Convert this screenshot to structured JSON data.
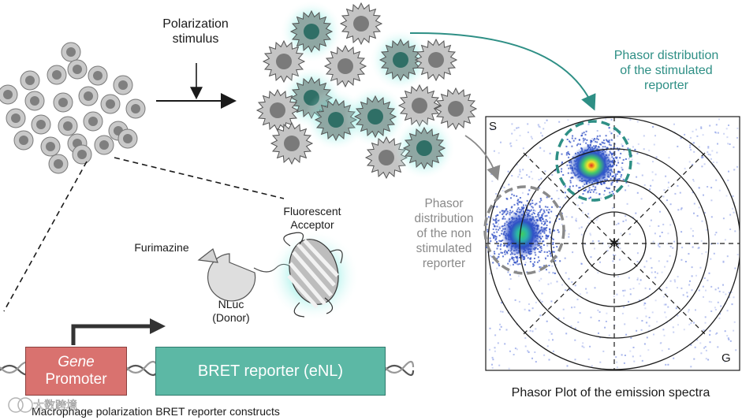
{
  "labels": {
    "polarization_stimulus": "Polarization\nstimulus",
    "stimulated_reporter": "Phasor distribution\nof the stimulated\nreporter",
    "non_stimulated_reporter": "Phasor\ndistribution\nof the non\nstimulated\nreporter",
    "fluorescent_acceptor": "Fluorescent\nAcceptor",
    "furimazine": "Furimazine",
    "nluc_donor": "NLuc\n(Donor)",
    "axis_s": "S",
    "axis_g": "G",
    "phasor_plot_caption": "Phasor Plot of the emission spectra",
    "construct_caption": "Macrophage polarization BRET reporter constructs",
    "watermark": "大数跨境"
  },
  "construct": {
    "gene_word": "Gene",
    "promoter_word": "Promoter",
    "reporter": "BRET reporter (eNL)"
  },
  "colors": {
    "teal": "#2e8f85",
    "promoter_fill": "#d9726f",
    "reporter_fill": "#5cb8a5",
    "cell_grey": "#9a9a9a"
  }
}
